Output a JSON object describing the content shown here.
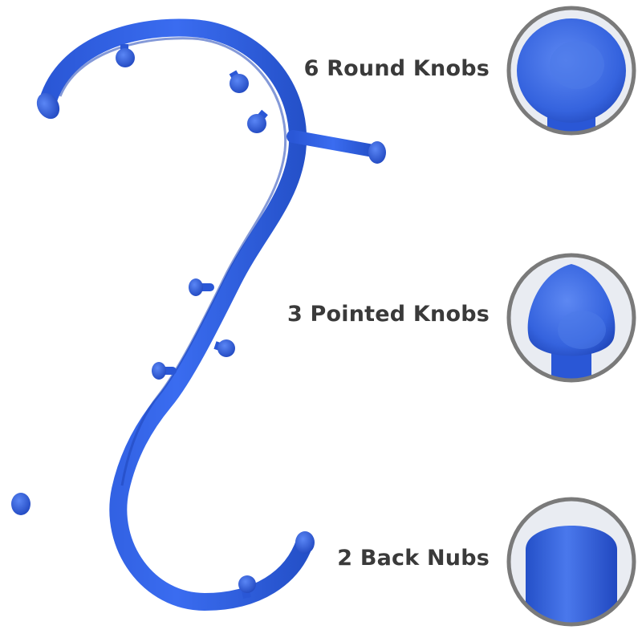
{
  "features": [
    {
      "label": "6 Round Knobs",
      "icon": "round-knob-closeup"
    },
    {
      "label": "3 Pointed Knobs",
      "icon": "pointed-knob-closeup"
    },
    {
      "label": "2 Back Nubs",
      "icon": "back-nub-closeup"
    }
  ],
  "colors": {
    "product_blue": "#2f5fe0",
    "product_blue_dark": "#1f45b8",
    "product_blue_light": "#4f7ff0",
    "ring_gray": "#7a7a7a",
    "label_text": "#3a3a3a"
  }
}
